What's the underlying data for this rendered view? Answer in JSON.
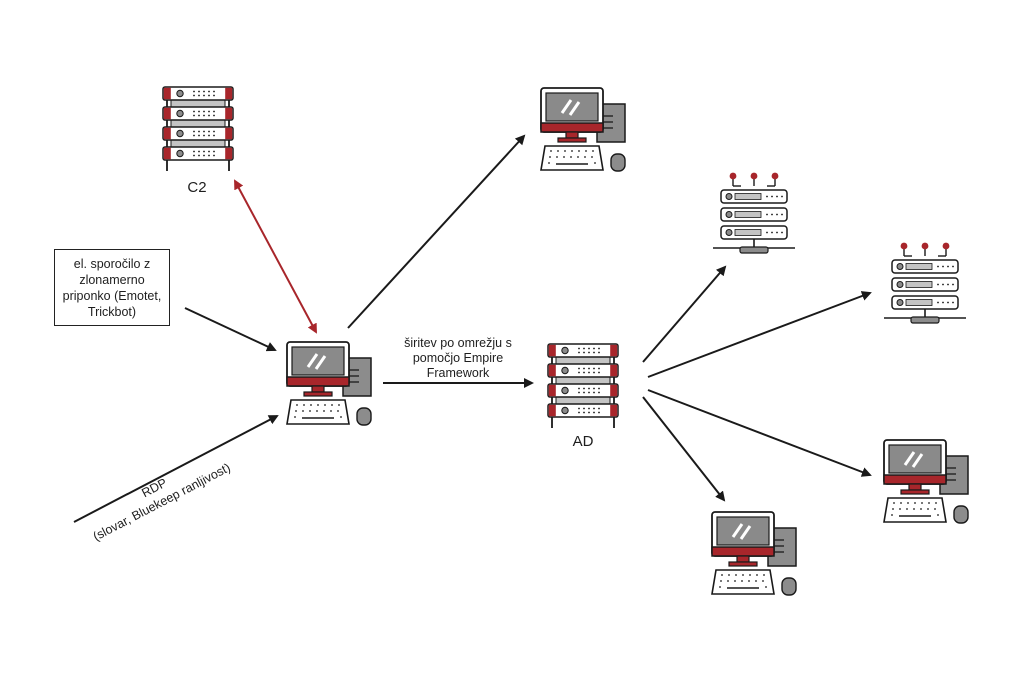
{
  "labels": {
    "c2": "C2",
    "ad": "AD",
    "email_note": "el. sporočilo z zlonamerno priponko (Emotet, Trickbot)",
    "spread_note": "širitev po omrežju s pomočjo Empire Framework",
    "rdp_title": "RDP",
    "rdp_detail": "(slovar, Bluekeep ranljivost)"
  },
  "colors": {
    "accent_red": "#a8262b",
    "line": "#1a1a1a",
    "screen_gray": "#8a8a8a",
    "bar_gray": "#c4c4c4"
  },
  "icons": [
    "workstation-icon",
    "server-rack-icon",
    "network-server-icon"
  ]
}
